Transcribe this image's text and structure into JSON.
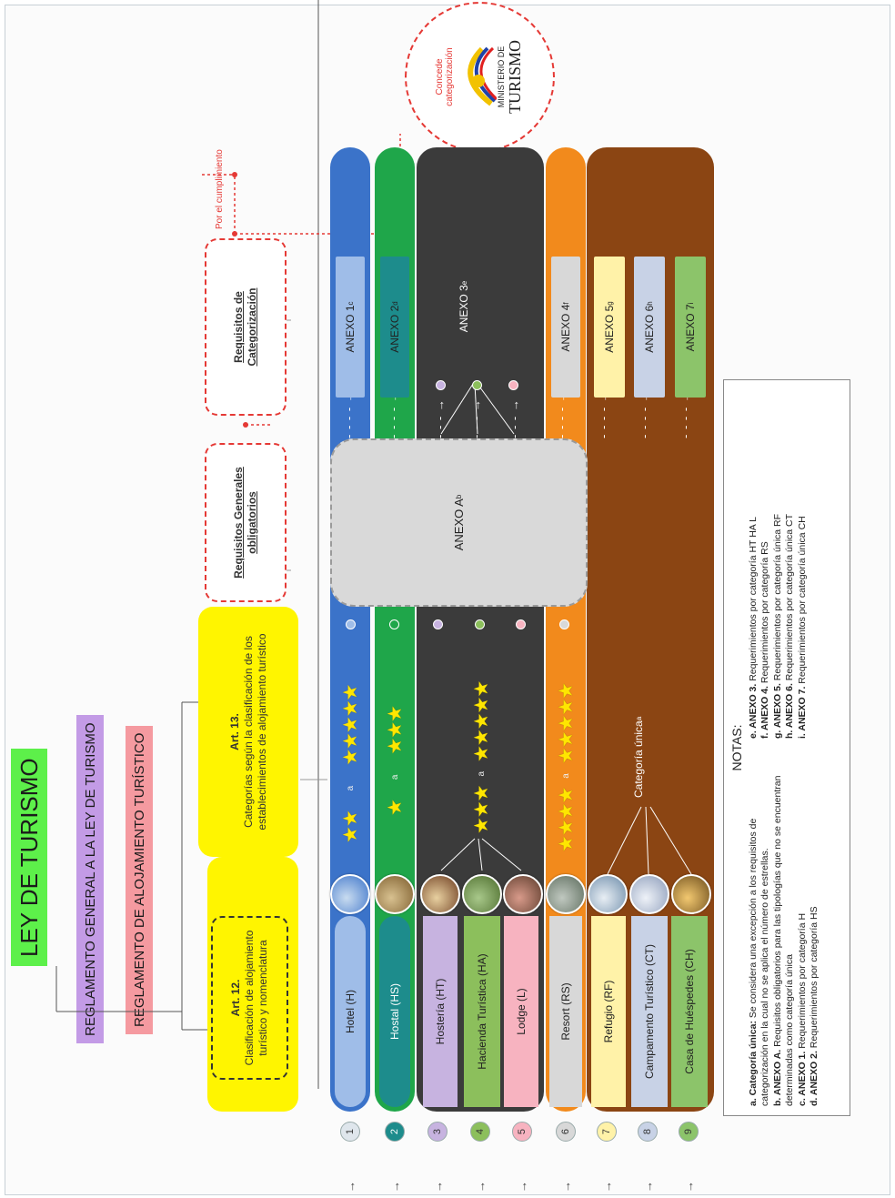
{
  "header": {
    "ley": "LEY DE TURISMO",
    "reglamento_general": "REGLAMENTO GENERAL A LA LEY DE TURISMO",
    "reglamento_alojamiento": "REGLAMENTO DE ALOJAMIENTO TURÍSTICO"
  },
  "articles": {
    "art12_title": "Art. 12.",
    "art12_text": "Clasificación de alojamiento turístico y nomenclatura",
    "art13_title": "Art. 13.",
    "art13_text": "Categorías según la clasificación de los establecimientos de alojamiento turístico"
  },
  "requirements": {
    "generales": "Requisitos Generales obligatorios",
    "categorizacion": "Requisitos de Categorización",
    "por_cumplimiento": "Por el cumplimiento",
    "concede": "Concede categorización"
  },
  "ministry": {
    "line1": "MINISTERIO DE",
    "line2": "TURISMO"
  },
  "anexo_a": "ANEXO A",
  "anexo_a_sup": "b",
  "rows": [
    {
      "num": "1",
      "name": "Hotel (H)",
      "anexo": "ANEXO 1",
      "sup": "c",
      "stars_from": "★★",
      "stars_to": "★★★★★",
      "sep": "a"
    },
    {
      "num": "2",
      "name": "Hostal (HS)",
      "anexo": "ANEXO 2",
      "sup": "d",
      "stars_from": "★",
      "stars_to": "★★★",
      "sep": "a"
    },
    {
      "num": "3",
      "name": "Hostería (HT)",
      "anexo": "ANEXO 3",
      "sup": "e",
      "stars_from": "★★★",
      "stars_to": "★★★★★",
      "sep": "a"
    },
    {
      "num": "4",
      "name": "Hacienda Turística (HA)"
    },
    {
      "num": "5",
      "name": "Lodge (L)"
    },
    {
      "num": "6",
      "name": "Resort (RS)",
      "anexo": "ANEXO 4",
      "sup": "f",
      "stars_from": "★★★★",
      "stars_to": "★★★★★",
      "sep": "a"
    },
    {
      "num": "7",
      "name": "Refugio (RF)",
      "anexo": "ANEXO 5",
      "sup": "g"
    },
    {
      "num": "8",
      "name": "Campamento Turístico (CT)",
      "anexo": "ANEXO 6",
      "sup": "h"
    },
    {
      "num": "9",
      "name": "Casa de Huéspedes (CH)",
      "anexo": "ANEXO 7",
      "sup": "i"
    }
  ],
  "categoria_unica": "Categoría única",
  "categoria_unica_sup": "a",
  "notes": {
    "title": "NOTAS:",
    "items": [
      {
        "key": "a. Categoría única:",
        "text": " Se considera una excepción a los requisitos de categorización en la cual no se aplica el número de estrellas."
      },
      {
        "key": "b. ANEXO A.",
        "text": " Requisitos obligatorios para las tipologías que no se encuentran determinadas como categoría única"
      },
      {
        "key": "c. ANEXO 1.",
        "text": " Requerimientos por categoría  H"
      },
      {
        "key": "d. ANEXO 2.",
        "text": " Requerimientos por categoría  HS"
      },
      {
        "key": "e. ANEXO 3.",
        "text": " Requerimientos por categoría  HT  HA  L"
      },
      {
        "key": "f. ANEXO 4.",
        "text": " Requerimientos por categoría  RS"
      },
      {
        "key": "g. ANEXO 5.",
        "text": " Requerimientos por categoría única RF"
      },
      {
        "key": "h. ANEXO 6.",
        "text": " Requerimientos por categoría única CT"
      },
      {
        "key": "i. ANEXO 7.",
        "text": " Requerimientos por categoría única CH"
      }
    ]
  },
  "colors": {
    "hotel": "#3b73c9",
    "hostal": "#1fa64a",
    "dark": "#3b3b3b",
    "resort": "#f28a1c",
    "brown": "#8b4513",
    "anexo_a_bg": "#d9d9d9",
    "dashed_red": "#e53935"
  }
}
